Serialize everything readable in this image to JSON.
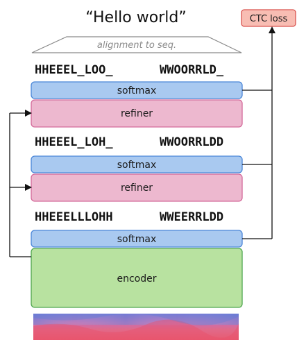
{
  "title": "“Hello world”",
  "alignment_label": "alignment to seq.",
  "loss_label": "CTC loss",
  "sequences": {
    "top": {
      "left": "HHEEEL_LOO_",
      "right": "WWOORRLD_"
    },
    "middle": {
      "left": "HHEEEL_LOH_",
      "right": "WWOORRLDD"
    },
    "bottom": {
      "left": "HHEEELLLOHH",
      "right": "WWEERRLDD"
    }
  },
  "blocks": {
    "softmax_label": "softmax",
    "refiner_label": "refiner",
    "encoder_label": "encoder"
  },
  "colors": {
    "softmax_fill": "#a9c9f0",
    "softmax_stroke": "#4a86d8",
    "refiner_fill": "#edb8cf",
    "refiner_stroke": "#d46a9a",
    "encoder_fill": "#b8e2a0",
    "encoder_stroke": "#4fa64f",
    "loss_fill": "#f8bdb3",
    "loss_stroke": "#d9534f"
  }
}
